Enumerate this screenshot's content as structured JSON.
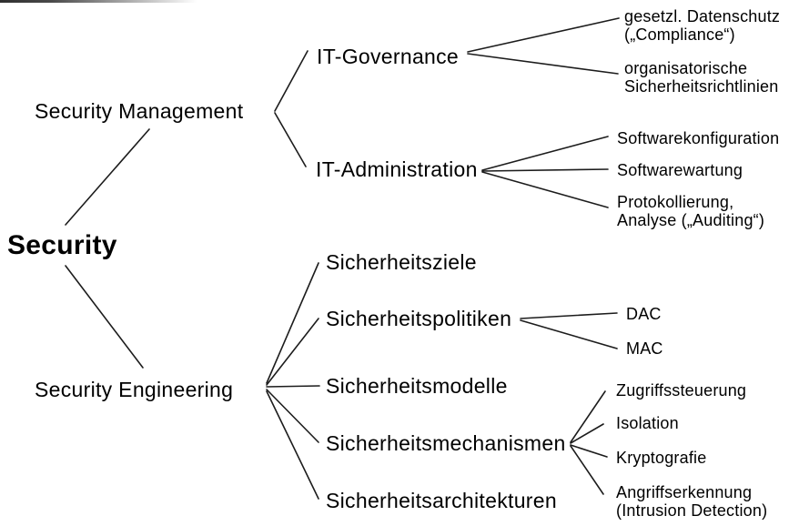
{
  "colors": {
    "background": "#ffffff",
    "text": "#000000",
    "line": "#1c1c1c"
  },
  "tree": {
    "root": {
      "label": "Security"
    },
    "branches": [
      {
        "label": "Security Management",
        "children": [
          {
            "label": "IT-Governance",
            "children": [
              {
                "label": "gesetzl. Datenschutz\n(„Compliance“)"
              },
              {
                "label": "organisatorische\nSicherheitsrichtlinien"
              }
            ]
          },
          {
            "label": "IT-Administration",
            "children": [
              {
                "label": "Softwarekonfiguration"
              },
              {
                "label": "Softwarewartung"
              },
              {
                "label": "Protokollierung,\nAnalyse („Auditing“)"
              }
            ]
          }
        ]
      },
      {
        "label": "Security Engineering",
        "children": [
          {
            "label": "Sicherheitsziele",
            "children": []
          },
          {
            "label": "Sicherheitspolitiken",
            "children": [
              {
                "label": "DAC"
              },
              {
                "label": "MAC"
              }
            ]
          },
          {
            "label": "Sicherheitsmodelle",
            "children": []
          },
          {
            "label": "Sicherheitsmechanismen",
            "children": [
              {
                "label": "Zugriffssteuerung"
              },
              {
                "label": "Isolation"
              },
              {
                "label": "Kryptografie"
              },
              {
                "label": "Angriffserkennung\n(Intrusion Detection)"
              }
            ]
          },
          {
            "label": "Sicherheitsarchitekturen",
            "children": []
          }
        ]
      }
    ]
  }
}
